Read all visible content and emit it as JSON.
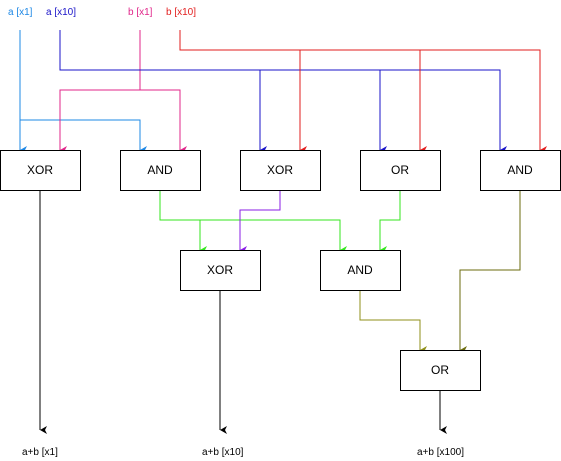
{
  "colors": {
    "a_x1": "#1e88e5",
    "a_x10": "#1a13c8",
    "b_x1": "#e0268a",
    "b_x10": "#e21d1d",
    "green": "#33e61d",
    "purple": "#8a1de6",
    "olive": "#6b6b0e",
    "olive_light": "#8f8f1a",
    "black": "#000000"
  },
  "inputs": {
    "a_x1": "a [x1]",
    "a_x10": "a [x10]",
    "b_x1": "b [x1]",
    "b_x10": "b [x10]"
  },
  "gates": {
    "g1": "XOR",
    "g2": "AND",
    "g3": "XOR",
    "g4": "OR",
    "g5": "AND",
    "g6": "XOR",
    "g7": "AND",
    "g8": "OR"
  },
  "outputs": {
    "sum_x1": "a+b [x1]",
    "sum_x10": "a+b [x10]",
    "sum_x100": "a+b [x100]"
  }
}
